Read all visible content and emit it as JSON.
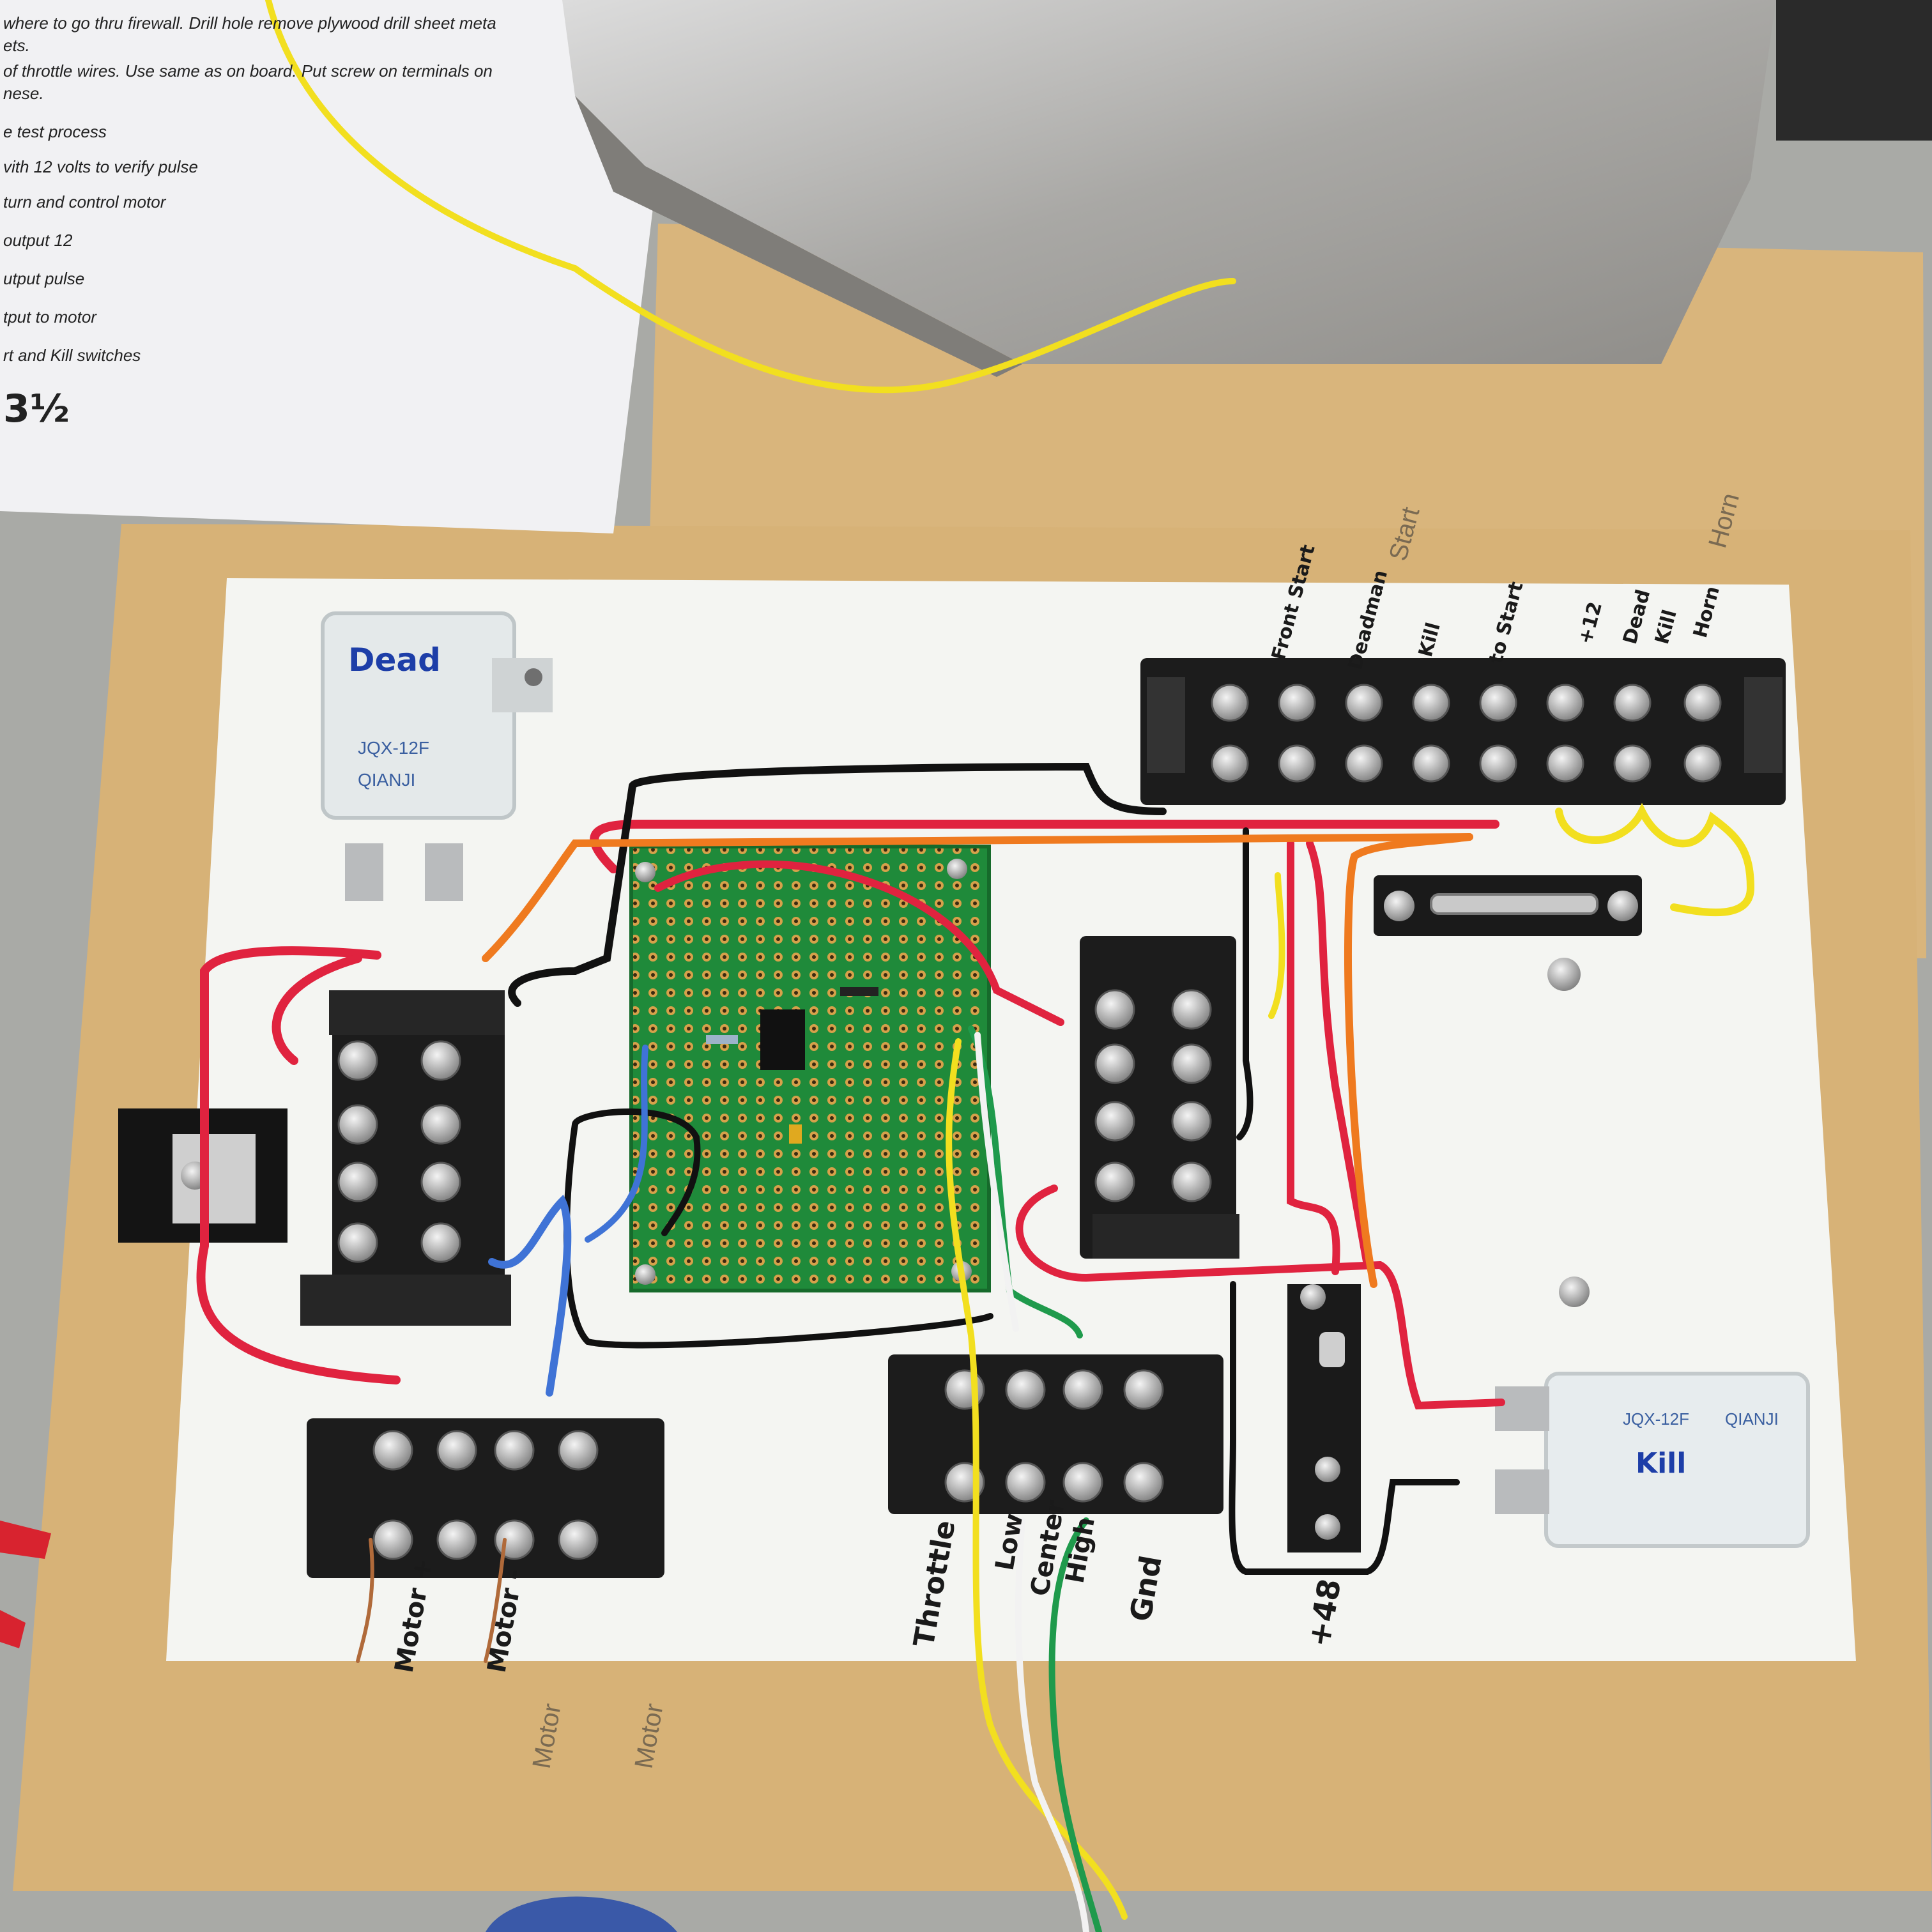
{
  "instructions": {
    "lines": [
      "where to go thru firewall.  Drill hole remove plywood drill sheet meta",
      "ets.",
      "of throttle wires.  Use same as on board.  Put screw on terminals on",
      "nese.",
      "e test process",
      "vith 12 volts to verify pulse",
      " turn and control motor",
      "output 12",
      "utput pulse",
      "tput to motor",
      "rt and Kill switches"
    ],
    "note": "3½"
  },
  "relays": {
    "dead": {
      "label": "Dead",
      "model": "JQX-12F",
      "brand": "QIANJI"
    },
    "kill": {
      "label": "Kill",
      "model": "JQX-12F",
      "brand": "QIANJI"
    }
  },
  "labels": {
    "top_strip": [
      "Front Start",
      "Deadman",
      "Kill",
      "to Start",
      "+12",
      "Dead",
      "Kill",
      "Horn"
    ],
    "throttle_strip": [
      "Throttle",
      "Low",
      "Center",
      "High",
      "Gnd"
    ],
    "motor_strip": [
      "Motor +",
      "Motor -"
    ],
    "battery": "+48",
    "wood": [
      "Motor",
      "Motor",
      "Horn",
      "Start"
    ]
  },
  "colors": {
    "wood": "#d9b57c",
    "panel": "#f4f5f2",
    "terminal_block": "#1c1c1c",
    "perfboard": "#1f8a3a",
    "wire_red": "#e0233f",
    "wire_black": "#111111",
    "wire_orange": "#ef7a1f",
    "wire_yellow": "#f2df1f",
    "wire_blue": "#3f73d6",
    "wire_green": "#1f9a4c",
    "wire_white": "#f2f2f2"
  }
}
